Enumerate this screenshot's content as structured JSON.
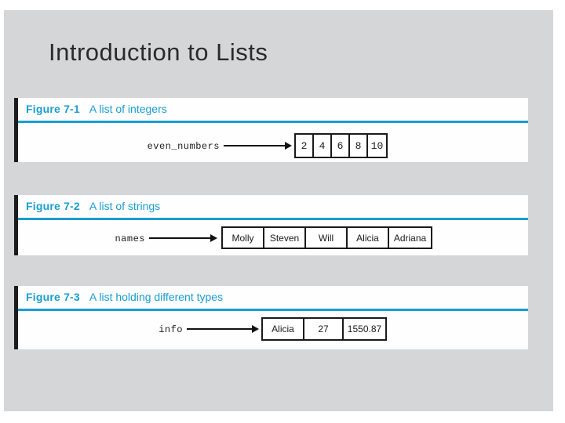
{
  "slide": {
    "title": "Introduction to Lists",
    "background_color": "#d5d6d8",
    "accent_color": "#1a9dd0"
  },
  "figures": [
    {
      "label": "Figure 7-1",
      "caption": "A list of integers",
      "var_name": "even_numbers",
      "cells": [
        "2",
        "4",
        "6",
        "8",
        "10"
      ]
    },
    {
      "label": "Figure 7-2",
      "caption": "A list of strings",
      "var_name": "names",
      "cells": [
        "Molly",
        "Steven",
        "Will",
        "Alicia",
        "Adriana"
      ]
    },
    {
      "label": "Figure 7-3",
      "caption": "A list holding different types",
      "var_name": "info",
      "cells": [
        "Alicia",
        "27",
        "1550.87"
      ]
    }
  ]
}
